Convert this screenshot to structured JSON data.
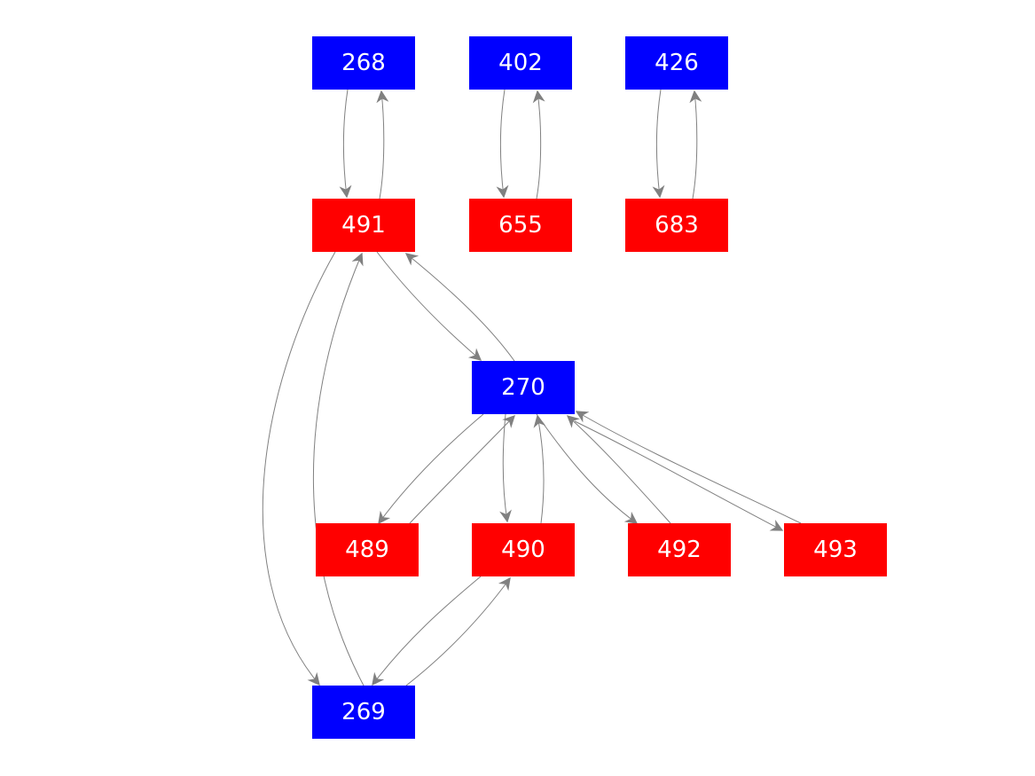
{
  "colors": {
    "blue": "#0000ff",
    "red": "#ff0000",
    "edge": "#808080"
  },
  "nodes": [
    {
      "id": "268",
      "label": "268",
      "color": "blue"
    },
    {
      "id": "402",
      "label": "402",
      "color": "blue"
    },
    {
      "id": "426",
      "label": "426",
      "color": "blue"
    },
    {
      "id": "491",
      "label": "491",
      "color": "red"
    },
    {
      "id": "655",
      "label": "655",
      "color": "red"
    },
    {
      "id": "683",
      "label": "683",
      "color": "red"
    },
    {
      "id": "270",
      "label": "270",
      "color": "blue"
    },
    {
      "id": "489",
      "label": "489",
      "color": "red"
    },
    {
      "id": "490",
      "label": "490",
      "color": "red"
    },
    {
      "id": "492",
      "label": "492",
      "color": "red"
    },
    {
      "id": "493",
      "label": "493",
      "color": "red"
    },
    {
      "id": "269",
      "label": "269",
      "color": "blue"
    }
  ],
  "edges": [
    {
      "from": "268",
      "to": "491"
    },
    {
      "from": "491",
      "to": "268"
    },
    {
      "from": "402",
      "to": "655"
    },
    {
      "from": "655",
      "to": "402"
    },
    {
      "from": "426",
      "to": "683"
    },
    {
      "from": "683",
      "to": "426"
    },
    {
      "from": "491",
      "to": "270"
    },
    {
      "from": "270",
      "to": "491"
    },
    {
      "from": "491",
      "to": "269"
    },
    {
      "from": "269",
      "to": "491"
    },
    {
      "from": "270",
      "to": "489"
    },
    {
      "from": "489",
      "to": "270"
    },
    {
      "from": "270",
      "to": "490"
    },
    {
      "from": "490",
      "to": "270"
    },
    {
      "from": "270",
      "to": "492"
    },
    {
      "from": "492",
      "to": "270"
    },
    {
      "from": "270",
      "to": "493"
    },
    {
      "from": "493",
      "to": "270"
    },
    {
      "from": "490",
      "to": "269"
    },
    {
      "from": "269",
      "to": "490"
    }
  ]
}
